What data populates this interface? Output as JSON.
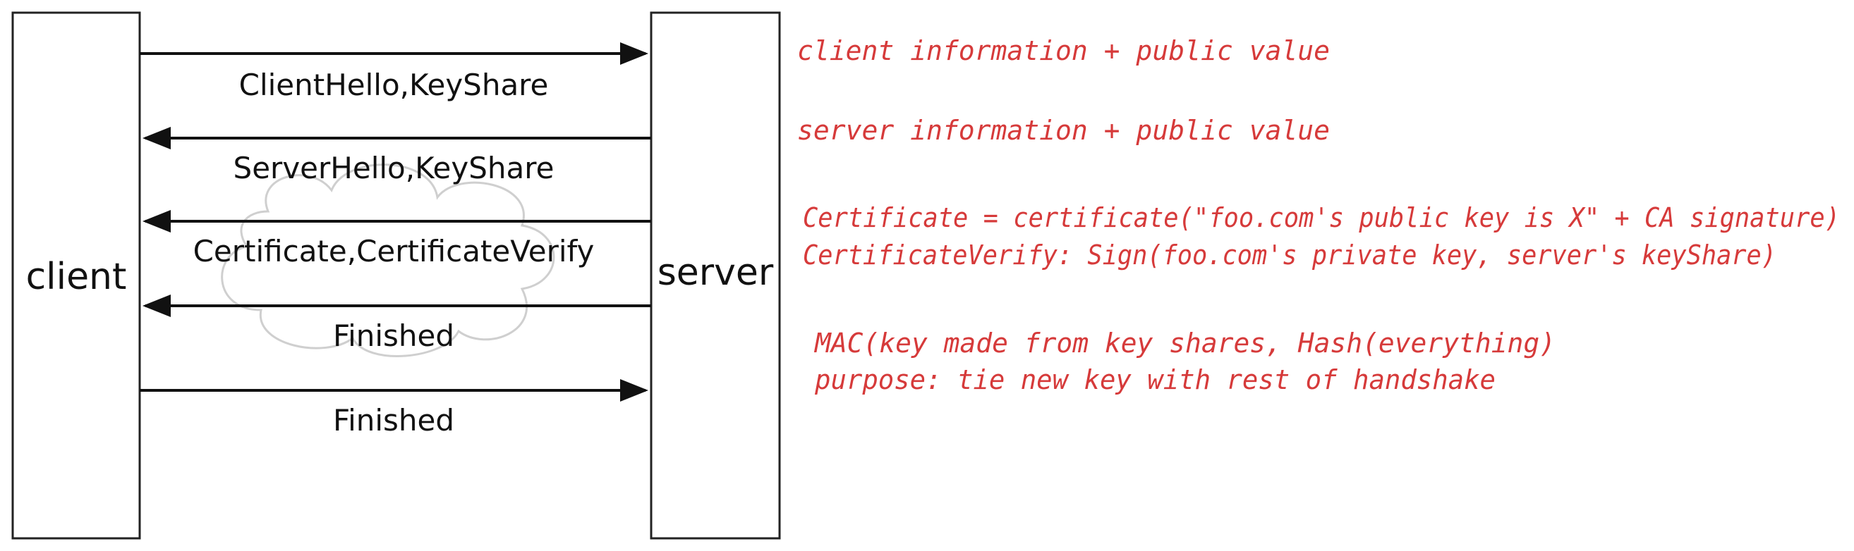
{
  "participants": {
    "client": "client",
    "server": "server"
  },
  "messages": [
    {
      "label": "ClientHello,KeyShare",
      "direction": "client-to-server"
    },
    {
      "label": "ServerHello,KeyShare",
      "direction": "server-to-client"
    },
    {
      "label": "Certificate,CertificateVerify",
      "direction": "server-to-client"
    },
    {
      "label": "Finished",
      "direction": "server-to-client"
    },
    {
      "label": "Finished",
      "direction": "client-to-server"
    }
  ],
  "annotations": {
    "client_hello": "client information + public value",
    "server_hello": "server information + public value",
    "certificate_line1": "Certificate = certificate(\"foo.com's public key is X\" + CA signature)",
    "certificate_line2": "CertificateVerify: Sign(foo.com's private key, server's keyShare)",
    "finished_line1": "MAC(key made from key shares, Hash(everything)",
    "finished_line2": "purpose: tie new key with rest of handshake"
  },
  "colors": {
    "annotation": "#d63a3a",
    "lines": "#111111",
    "cloud": "#cfcfcf"
  }
}
